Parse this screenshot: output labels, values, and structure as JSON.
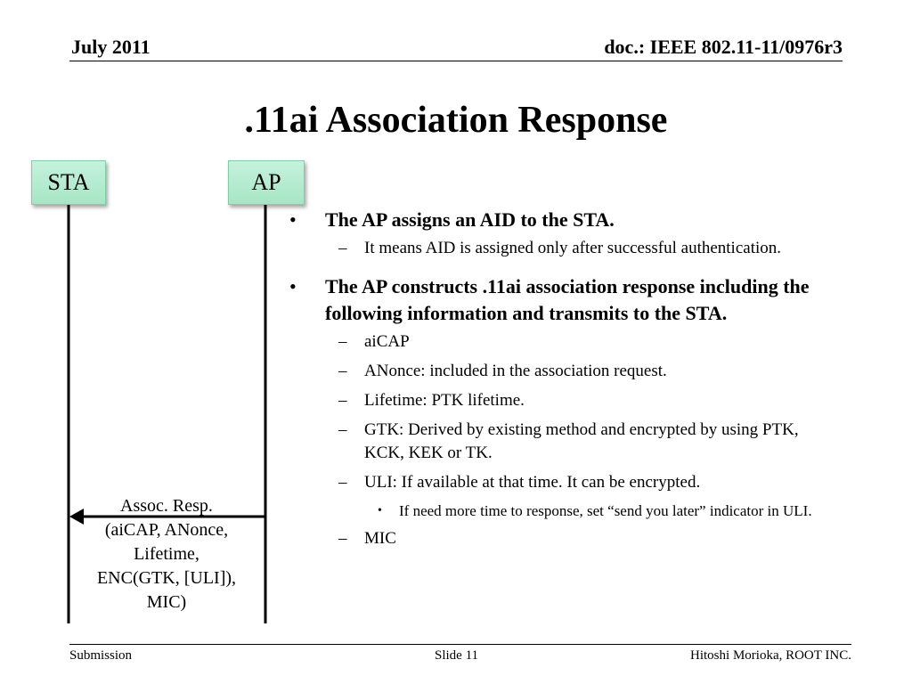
{
  "header": {
    "date": "July 2011",
    "doc": "doc.: IEEE 802.11-11/0976r3"
  },
  "title": ".11ai Association Response",
  "diagram": {
    "sta_label": "STA",
    "ap_label": "AP",
    "message_lines": [
      "Assoc. Resp.",
      "(aiCAP, ANonce,",
      "Lifetime,",
      "ENC(GTK, [ULI]),",
      "MIC)"
    ]
  },
  "bullets": {
    "b1": "The AP assigns an AID to the STA.",
    "b1_sub1": "It means AID is assigned only after successful authentication.",
    "b2": "The AP constructs .11ai association response including the following information and transmits to the STA.",
    "b2_sub1": "aiCAP",
    "b2_sub2": "ANonce: included in the association request.",
    "b2_sub3": "Lifetime: PTK lifetime.",
    "b2_sub4": "GTK: Derived by existing method and encrypted by using PTK, KCK, KEK or TK.",
    "b2_sub5": "ULI: If available at that time.  It can be encrypted.",
    "b2_sub5_sub1": "If need more time to response, set “send you later” indicator in ULI.",
    "b2_sub6": "MIC"
  },
  "footer": {
    "left": "Submission",
    "center": "Slide 11",
    "right": "Hitoshi Morioka, ROOT INC."
  }
}
